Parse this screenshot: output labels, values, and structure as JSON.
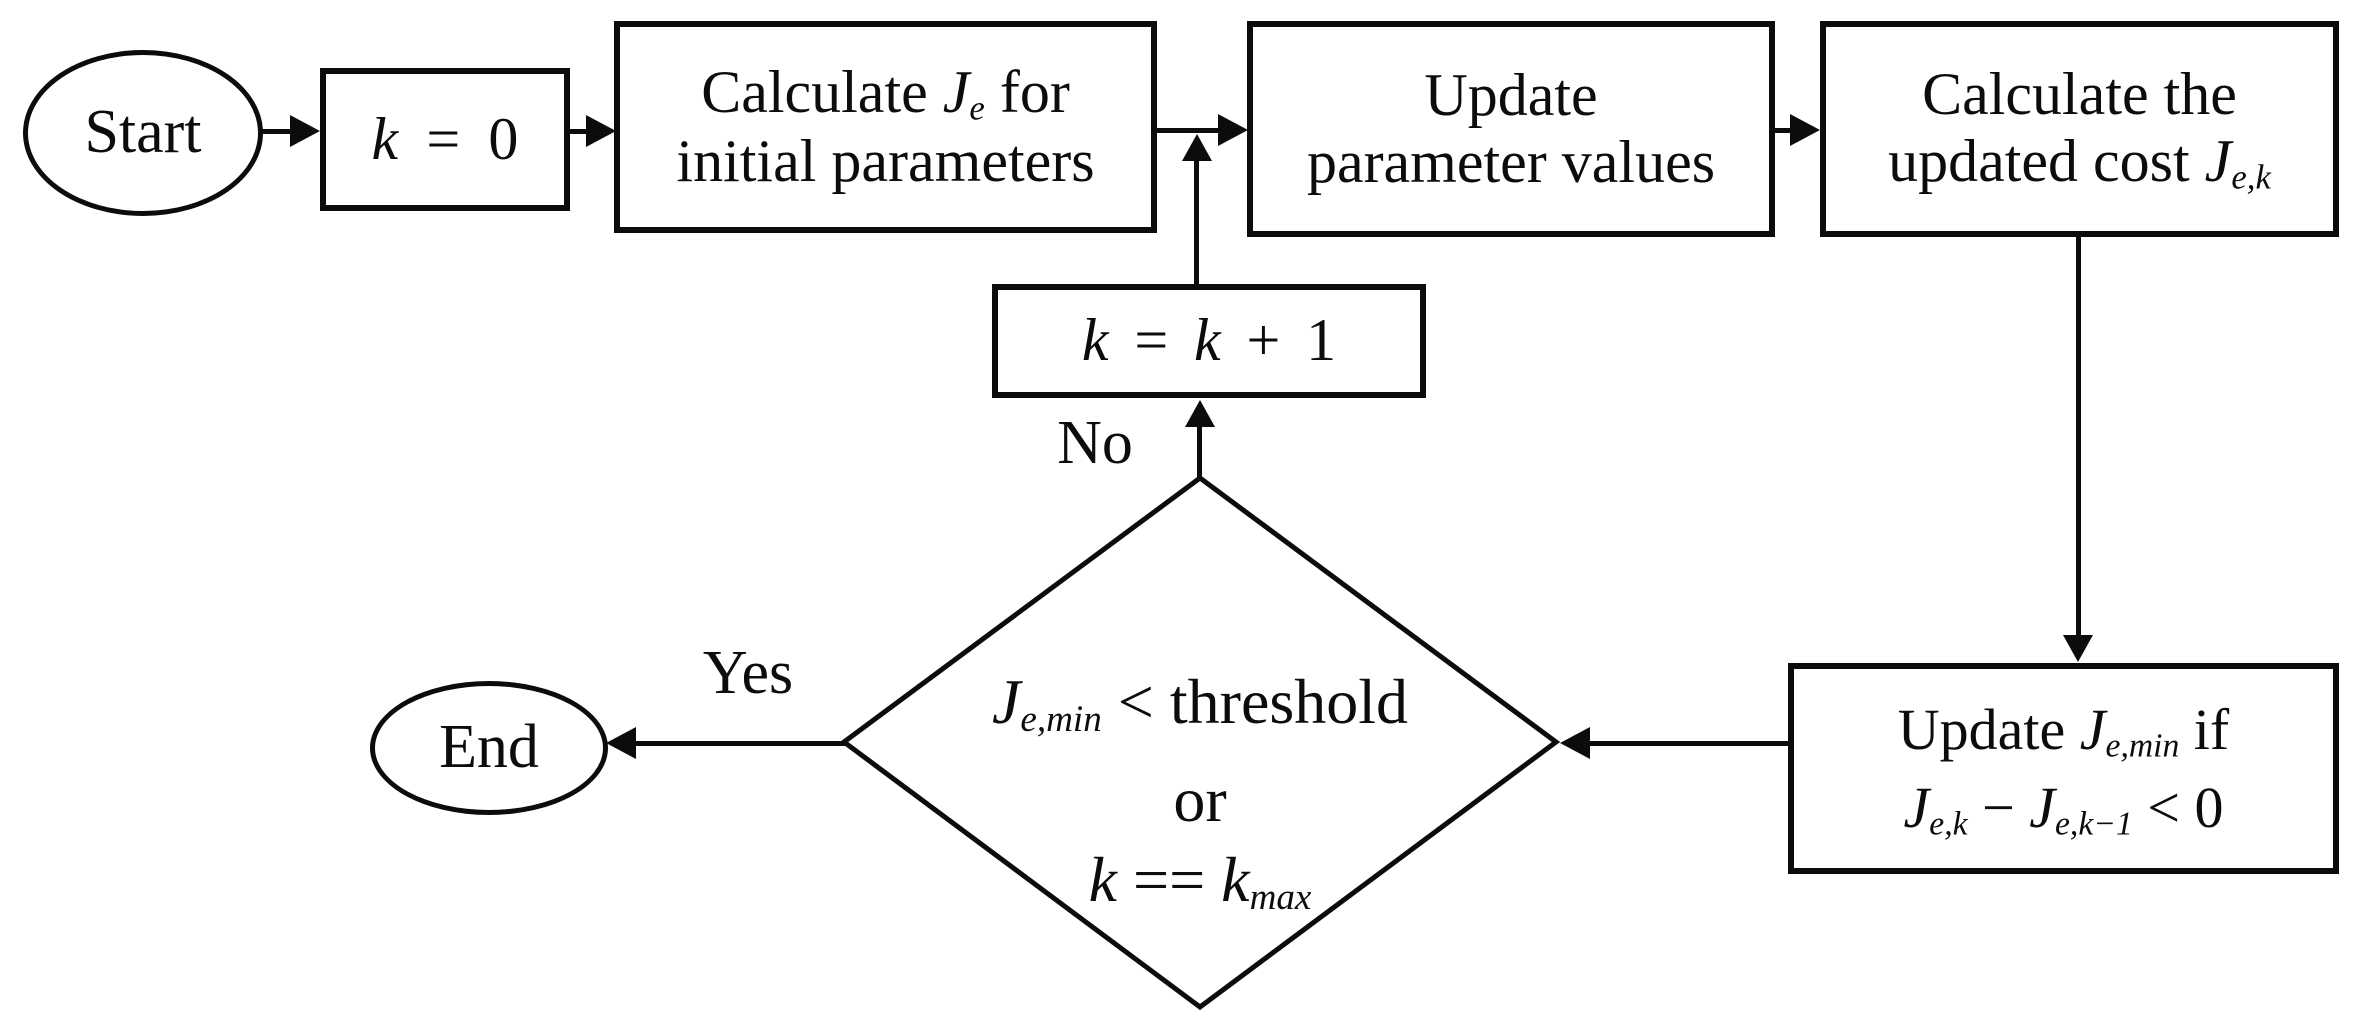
{
  "canvas": {
    "background_color": "#ffffff",
    "ink_color": "#0c0c0c"
  },
  "nodes": {
    "start": {
      "type": "terminator",
      "lines": [
        [
          {
            "t": "Start"
          }
        ]
      ]
    },
    "k_init": {
      "type": "process",
      "lines": [
        [
          {
            "t": "k",
            "i": true
          },
          {
            "t": " = 0"
          }
        ]
      ]
    },
    "calc_initial": {
      "type": "process",
      "lines": [
        [
          {
            "t": "Calculate "
          },
          {
            "t": "J",
            "i": true
          },
          {
            "t": "e",
            "sub": true
          },
          {
            "t": " for"
          }
        ],
        [
          {
            "t": "initial parameters"
          }
        ]
      ]
    },
    "update_params": {
      "type": "process",
      "lines": [
        [
          {
            "t": "Update"
          }
        ],
        [
          {
            "t": "parameter values"
          }
        ]
      ]
    },
    "calc_updated": {
      "type": "process",
      "lines": [
        [
          {
            "t": "Calculate the"
          }
        ],
        [
          {
            "t": "updated cost "
          },
          {
            "t": "J",
            "i": true
          },
          {
            "t": "e,k",
            "sub": true
          }
        ]
      ]
    },
    "increment_k": {
      "type": "process",
      "lines": [
        [
          {
            "t": "k",
            "i": true
          },
          {
            "t": " = "
          },
          {
            "t": "k",
            "i": true
          },
          {
            "t": " + 1"
          }
        ]
      ]
    },
    "decision": {
      "type": "decision",
      "lines": [
        [
          {
            "t": "J",
            "i": true
          },
          {
            "t": "e,min",
            "sub": true
          },
          {
            "t": " < threshold"
          }
        ],
        [
          {
            "t": "or"
          }
        ],
        [
          {
            "t": "k",
            "i": true
          },
          {
            "t": " == "
          },
          {
            "t": "k",
            "i": true
          },
          {
            "t": "max",
            "sub": true
          }
        ]
      ]
    },
    "update_jmin": {
      "type": "process",
      "lines": [
        [
          {
            "t": "Update "
          },
          {
            "t": "J",
            "i": true
          },
          {
            "t": "e,min",
            "sub": true
          },
          {
            "t": " if"
          }
        ],
        [
          {
            "t": "J",
            "i": true
          },
          {
            "t": "e,k",
            "sub": true
          },
          {
            "t": " − "
          },
          {
            "t": "J",
            "i": true
          },
          {
            "t": "e,k−1",
            "sub": true
          },
          {
            "t": " < 0"
          }
        ]
      ]
    },
    "end": {
      "type": "terminator",
      "lines": [
        [
          {
            "t": "End"
          }
        ]
      ]
    }
  },
  "edge_labels": {
    "yes": "Yes",
    "no": "No"
  }
}
